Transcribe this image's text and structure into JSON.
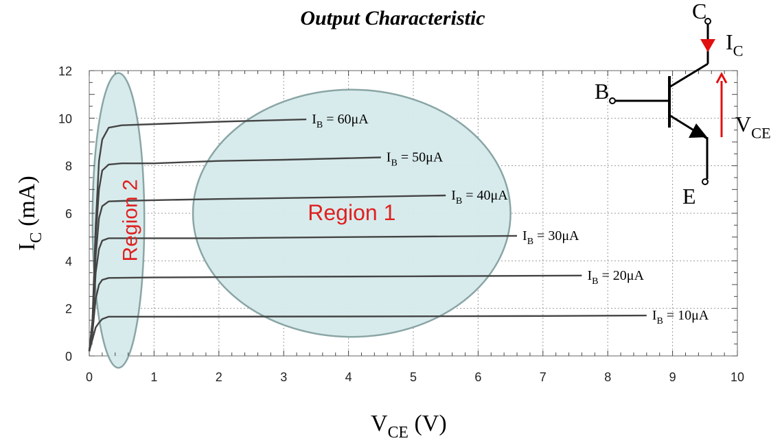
{
  "chart_data": {
    "type": "line",
    "title": "Output Characteristic",
    "xlabel": {
      "main": "V",
      "sub": "CE",
      "unit": "(V)"
    },
    "ylabel": {
      "main": "I",
      "sub": "C",
      "unit": "(mA)"
    },
    "xlim": [
      0,
      10
    ],
    "ylim": [
      0,
      12
    ],
    "x_ticks": [
      0,
      1,
      2,
      3,
      4,
      5,
      6,
      7,
      8,
      9,
      10
    ],
    "y_ticks": [
      0,
      2,
      4,
      6,
      8,
      10,
      12
    ],
    "grid": true,
    "series": [
      {
        "name": {
          "main": "I",
          "sub": "B",
          "rest": " = 60μA"
        },
        "x": [
          0,
          0.05,
          0.1,
          0.15,
          0.2,
          0.3,
          0.5,
          1,
          2,
          3.35
        ],
        "y": [
          0.2,
          1.5,
          5.5,
          8.2,
          9.1,
          9.6,
          9.7,
          9.75,
          9.85,
          9.95
        ]
      },
      {
        "name": {
          "main": "I",
          "sub": "B",
          "rest": " = 50μA"
        },
        "x": [
          0,
          0.05,
          0.1,
          0.15,
          0.2,
          0.3,
          0.5,
          1,
          2,
          3,
          4.5
        ],
        "y": [
          0.2,
          1.4,
          5.0,
          7.0,
          7.8,
          8.05,
          8.1,
          8.1,
          8.2,
          8.25,
          8.35
        ]
      },
      {
        "name": {
          "main": "I",
          "sub": "B",
          "rest": " = 40μA"
        },
        "x": [
          0,
          0.05,
          0.1,
          0.15,
          0.2,
          0.3,
          0.5,
          1,
          2,
          4,
          5.5
        ],
        "y": [
          0.2,
          1.3,
          4.2,
          5.8,
          6.3,
          6.5,
          6.52,
          6.55,
          6.6,
          6.68,
          6.75
        ]
      },
      {
        "name": {
          "main": "I",
          "sub": "B",
          "rest": " = 30μA"
        },
        "x": [
          0,
          0.05,
          0.1,
          0.15,
          0.2,
          0.3,
          1,
          2,
          4,
          6.6
        ],
        "y": [
          0.2,
          1.2,
          3.5,
          4.5,
          4.85,
          4.95,
          4.95,
          4.95,
          5.0,
          5.05
        ]
      },
      {
        "name": {
          "main": "I",
          "sub": "B",
          "rest": " = 20μA"
        },
        "x": [
          0,
          0.05,
          0.1,
          0.15,
          0.2,
          0.3,
          1,
          3,
          5,
          7.6
        ],
        "y": [
          0.2,
          1.0,
          2.4,
          3.0,
          3.2,
          3.28,
          3.3,
          3.33,
          3.35,
          3.38
        ]
      },
      {
        "name": {
          "main": "I",
          "sub": "B",
          "rest": " = 10μA"
        },
        "x": [
          0,
          0.05,
          0.1,
          0.15,
          0.2,
          0.3,
          1,
          4,
          7,
          8.6
        ],
        "y": [
          0.2,
          0.7,
          1.2,
          1.4,
          1.55,
          1.65,
          1.65,
          1.66,
          1.68,
          1.7
        ]
      }
    ],
    "regions": [
      {
        "label": "Region 1",
        "center": [
          4.05,
          6.0
        ],
        "radius": [
          2.45,
          5.2
        ]
      },
      {
        "label": "Region 2",
        "center": [
          0.45,
          5.7
        ],
        "radius": [
          0.4,
          6.2
        ],
        "label_vertical": true
      }
    ]
  },
  "circuit": {
    "collector_label": "C",
    "base_label": "B",
    "emitter_label": "E",
    "current_label": {
      "main": "I",
      "sub": "C"
    },
    "voltage_label": {
      "main": "V",
      "sub": "CE"
    }
  },
  "colors": {
    "curve": "#444444",
    "ellipse_fill": "#d6eaeb",
    "ellipse_stroke": "#8aa5a5",
    "region_text": "#e02020",
    "arrow_red": "#e01010",
    "grid": "#9a9a9a"
  }
}
